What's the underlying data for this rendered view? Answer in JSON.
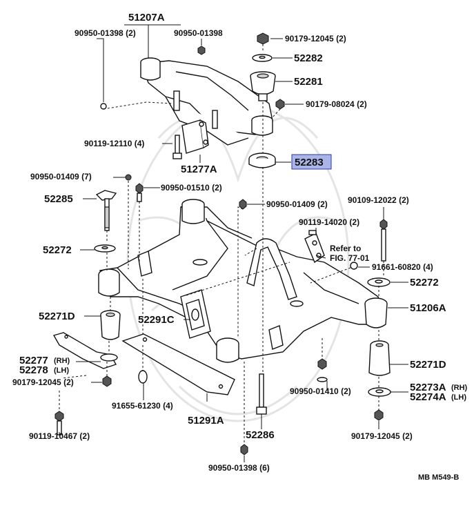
{
  "diagram": {
    "code": "MB M549-B",
    "highlight_color": "#aab4e8",
    "highlighted_part": "52283",
    "labels": {
      "l51207A": "51207A",
      "l90950_01398_2a": "90950-01398 (2)",
      "l90950_01398": "90950-01398",
      "l90179_12045_2a": "90179-12045 (2)",
      "l52282": "52282",
      "l52281": "52281",
      "l90179_08024": "90179-08024 (2)",
      "l90119_12110": "90119-12110 (4)",
      "l51277A": "51277A",
      "l52283": "52283",
      "l90950_01409_7": "90950-01409 (7)",
      "l90950_01510": "90950-01510 (2)",
      "l52285": "52285",
      "l90950_01409_2": "90950-01409 (2)",
      "l90109_12022": "90109-12022 (2)",
      "l90119_14020": "90119-14020 (2)",
      "l52272a": "52272",
      "refer1": "Refer to",
      "refer2": "FIG. 77-01",
      "l91661": "91661-60820 (4)",
      "l52272b": "52272",
      "l51206A": "51206A",
      "l52271Da": "52271D",
      "l52291C": "52291C",
      "l52277": "52277",
      "l52277s": "(RH)",
      "l52278": "52278",
      "l52278s": "(LH)",
      "l90179_12045_2b": "90179-12045 (2)",
      "l52271Db": "52271D",
      "l90950_01410": "90950-01410 (2)",
      "l52273A": "52273A",
      "l52273As": "(RH)",
      "l52274A": "52274A",
      "l52274As": "(LH)",
      "l91655": "91655-61230 (4)",
      "l51291A": "51291A",
      "l90119_10467": "90119-10467 (2)",
      "l52286": "52286",
      "l90179_12045_2c": "90179-12045 (2)",
      "l90950_01398_6": "90950-01398 (6)"
    }
  }
}
